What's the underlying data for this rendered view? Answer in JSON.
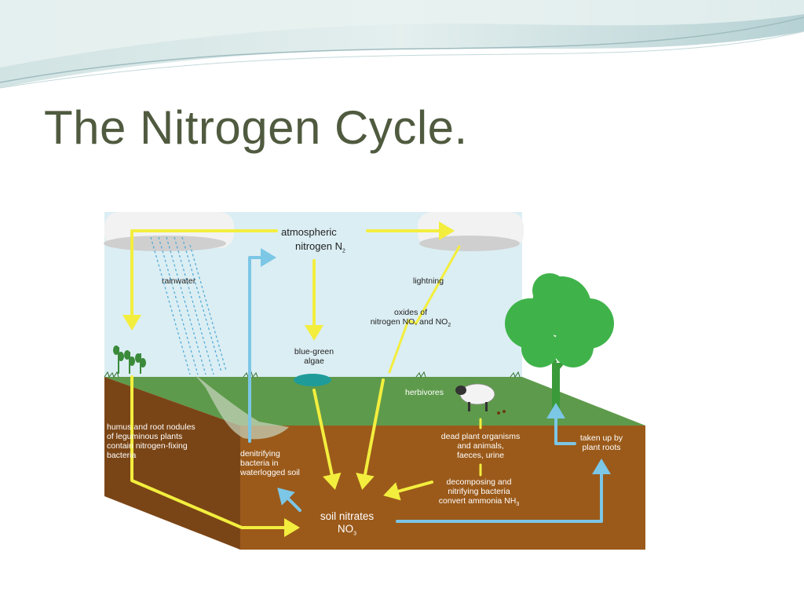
{
  "slide": {
    "title": "The Nitrogen Cycle."
  },
  "diagram": {
    "labels": {
      "atmospheric": "atmospheric",
      "nitrogen_n": "nitrogen N",
      "n2_sub": "2",
      "rainwater": "rainwater",
      "lightning": "lightning",
      "oxides_line1": "oxides of",
      "oxides_line2": "nitrogen NO, and NO",
      "oxides_sub": "2",
      "algae_line1": "blue-green",
      "algae_line2": "algae",
      "herbivores": "herbivores",
      "humus_line1": "humus and root nodules",
      "humus_line2": "of leguminous plants",
      "humus_line3": "contain nitrogen-fixing",
      "humus_line4": "bacteria",
      "denit_line1": "denitrifying",
      "denit_line2": "bacteria in",
      "denit_line3": "waterlogged soil",
      "dead_line1": "dead plant organisms",
      "dead_line2": "and animals,",
      "dead_line3": "faeces, urine",
      "decomp_line1": "decomposing and",
      "decomp_line2": "nitrifying bacteria",
      "decomp_line3": "convert ammonia NH",
      "nh3_sub": "3",
      "taken_line1": "taken up by",
      "taken_line2": "plant roots",
      "soil_nitrates": "soil nitrates",
      "no3": "NO",
      "no3_sub": "3"
    },
    "colors": {
      "sky": "#dbeef3",
      "grass": "#5e9a4b",
      "soil_top": "#9b5a1a",
      "soil_side": "#7a4516",
      "arrow_yellow": "#f3ee3e",
      "arrow_blue": "#7cc6e6",
      "tree": "#3fb34a",
      "water": "#1f9c9a",
      "title_text": "#4f5a3f",
      "header_wave": "#b9d3d6"
    }
  }
}
